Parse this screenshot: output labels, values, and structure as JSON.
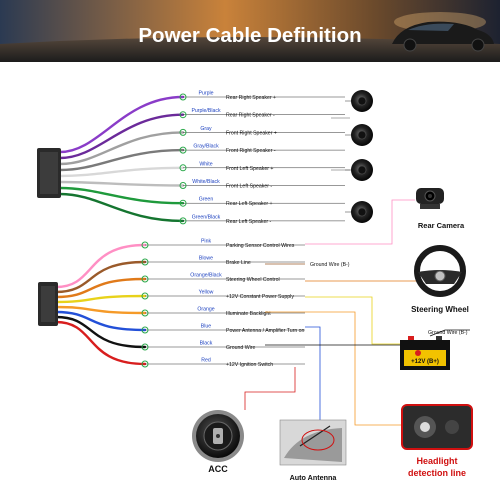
{
  "title": "Power Cable Definition",
  "connector1": [
    {
      "color": "Purple",
      "name": "Rear Right Speaker +",
      "wire": "#8a3cc8"
    },
    {
      "color": "Purple/Black",
      "name": "Rear Right Speaker -",
      "wire": "#6b2a9a"
    },
    {
      "color": "Gray",
      "name": "Front Right Speaker +",
      "wire": "#a0a0a0"
    },
    {
      "color": "Gray/Black",
      "name": "Front Right Speaker -",
      "wire": "#7a7a7a"
    },
    {
      "color": "White",
      "name": "Front Left Speaker +",
      "wire": "#d8d8d8"
    },
    {
      "color": "White/Black",
      "name": "Front Left Speaker -",
      "wire": "#bdbdbd"
    },
    {
      "color": "Green",
      "name": "Rear Left Speaker +",
      "wire": "#1f9a3c"
    },
    {
      "color": "Green/Black",
      "name": "Rear Left Speaker -",
      "wire": "#157530"
    }
  ],
  "connector2": [
    {
      "color": "Pink",
      "name": "Parking Sensor Control Wires",
      "wire": "#ff8fc4"
    },
    {
      "color": "Blowe",
      "name": "Brake Line",
      "wire": "#9a5a2a"
    },
    {
      "color": "Orange/Black",
      "name": "Steering Wheel Control",
      "wire": "#e07a1a"
    },
    {
      "color": "Yellow",
      "name": "+12V Constant Power Supply",
      "wire": "#e8d21a"
    },
    {
      "color": "Orange",
      "name": "Illuminate Backlight",
      "wire": "#f59a28"
    },
    {
      "color": "Blue",
      "name": "Power Antenna / Amplifier Turn on",
      "wire": "#2350d8"
    },
    {
      "color": "Black",
      "name": "Ground Wire",
      "wire": "#111111"
    },
    {
      "color": "Red",
      "name": "+12V Ignition Switch",
      "wire": "#d81e1e"
    }
  ],
  "labels": {
    "ground_wire_brake": "Ground Wire (B-)",
    "ground_wire_battery": "Ground Wire (B-)",
    "battery": "+12V (B+)",
    "rear_camera": "Rear Camera",
    "steering_wheel": "Steering Wheel",
    "acc": "ACC",
    "auto_antenna": "Auto Antenna",
    "headlight_1": "Headlight",
    "headlight_2": "detection line"
  },
  "colors": {
    "title_text": "#ffffff",
    "label_blue": "#1a3fbf",
    "warning_red": "#d01010",
    "battery_yellow": "#f2c200"
  }
}
